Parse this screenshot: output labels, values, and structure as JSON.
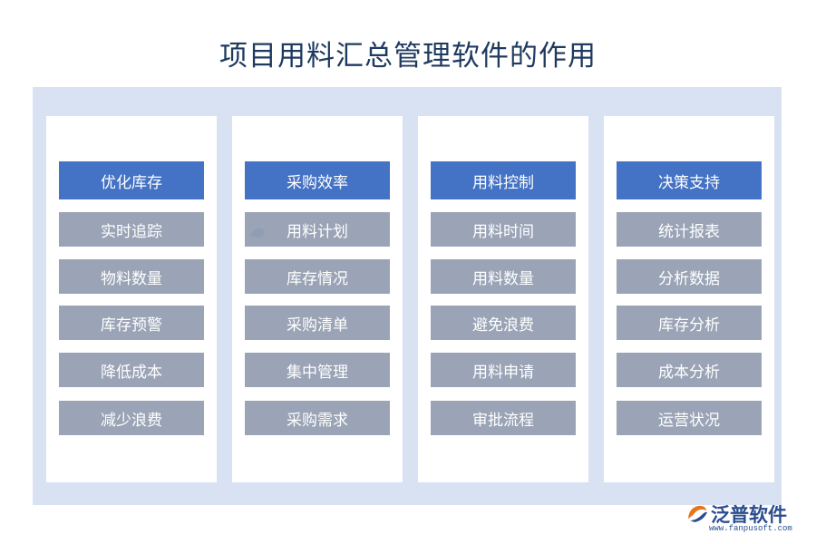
{
  "title": "项目用料汇总管理软件的作用",
  "columns": [
    {
      "header": "优化库存",
      "items": [
        "实时追踪",
        "物料数量",
        "库存预警",
        "降低成本",
        "减少浪费"
      ]
    },
    {
      "header": "采购效率",
      "items": [
        "用料计划",
        "库存情况",
        "采购清单",
        "集中管理",
        "采购需求"
      ]
    },
    {
      "header": "用料控制",
      "items": [
        "用料时间",
        "用料数量",
        "避免浪费",
        "用料申请",
        "审批流程"
      ]
    },
    {
      "header": "决策支持",
      "items": [
        "统计报表",
        "分析数据",
        "库存分析",
        "成本分析",
        "运营状况"
      ]
    }
  ],
  "logo": {
    "name": "泛普软件",
    "url": "www.fanpusoft.com"
  },
  "colors": {
    "header": "#4472c4",
    "item": "#9aa4b6",
    "panel": "#d9e2f3",
    "title": "#1f3a5f"
  }
}
